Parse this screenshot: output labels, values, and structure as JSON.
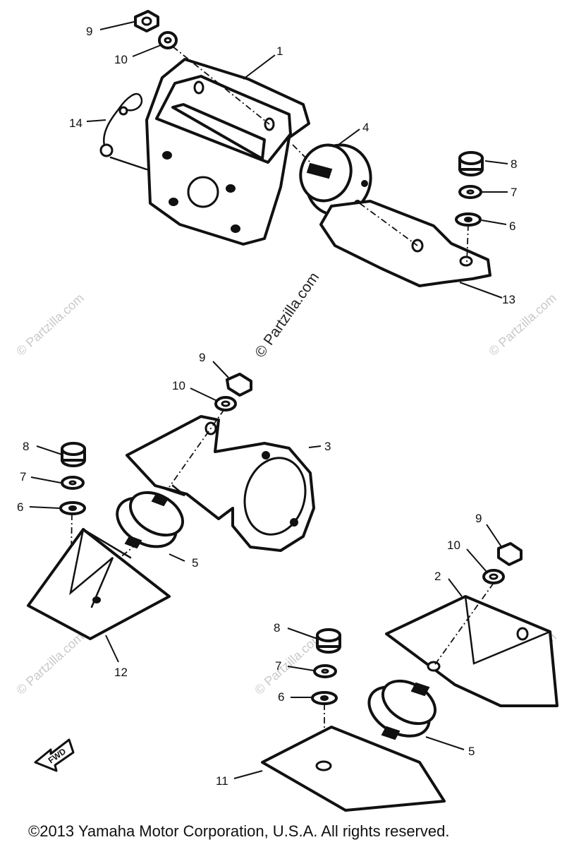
{
  "diagram": {
    "callouts": {
      "c1": "1",
      "c2": "2",
      "c3": "3",
      "c4": "4",
      "c5a": "5",
      "c5b": "5",
      "c6a": "6",
      "c6b": "6",
      "c6c": "6",
      "c7a": "7",
      "c7b": "7",
      "c7c": "7",
      "c8a": "8",
      "c8b": "8",
      "c8c": "8",
      "c9a": "9",
      "c9b": "9",
      "c9c": "9",
      "c10a": "10",
      "c10b": "10",
      "c10c": "10",
      "c11": "11",
      "c12": "12",
      "c13": "13",
      "c14": "14"
    },
    "fwd_label": "FWD"
  },
  "watermark": {
    "main": "© Partzilla.com",
    "faint": "© Partzilla.com"
  },
  "footer": {
    "copyright": "©2013  Yamaha Motor Corporation, U.S.A. All rights reserved."
  }
}
